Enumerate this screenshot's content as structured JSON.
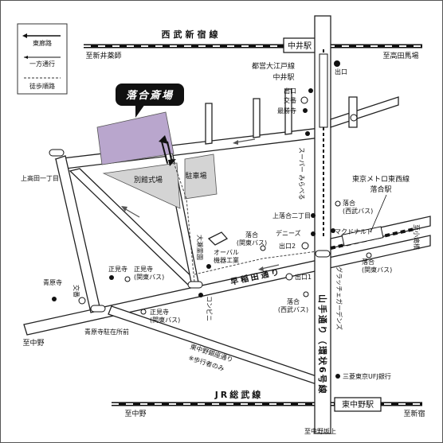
{
  "title": "落合斎場",
  "colors": {
    "hall": "#b9a6cd",
    "parking": "#d4d4d4",
    "title_bg": "#111111",
    "title_fg": "#ffffff"
  },
  "legend": {
    "east_road": "東廊路",
    "one_way": "一方通行",
    "walk_path": "徒歩順路"
  },
  "rail": {
    "seibu_line": "西武新宿線",
    "jr_line": "JR総武線",
    "nakai_station": "中井駅",
    "higashinakano_station": "東中野駅",
    "to_shin_igusa": "至新井薬師",
    "to_takadanobaba": "至高田馬場",
    "to_nakano": "至中野",
    "to_shinjuku": "至新宿",
    "oedo_line": "都営大江戸線",
    "oedo_nakai": "中井駅",
    "oedo_exit": "出口",
    "tozai_line": "東京メトロ東西線",
    "ochiai_station": "落合駅"
  },
  "roads": {
    "waseda_dori": "早稲田通り",
    "yamate_dori": "山手通り（環状6号線",
    "higashinakano_ginza": "東中野銀座通り",
    "pedestrian_only": "※歩行者のみ",
    "to_nakano_w": "至中野",
    "to_nakano_sakaue": "至中野坂上",
    "to_kotakibashi": "至小滝橋"
  },
  "places": {
    "betsukan": "別館式場",
    "parking": "駐車場",
    "kamitakada": "上高田一丁目",
    "shokenji": "正見寺",
    "shokenji_bus": "正見寺\n(関東バス)",
    "shokenji_bus2": "正見寺\n(関東バス)",
    "oosawa": "大瀬霊園",
    "aoharaji": "青原寺",
    "koban": "交番",
    "aohara_bus": "青原寺駐在所前",
    "orbal": "オーバル\n機器工業",
    "ochiai_kanto": "落合\n(関東バス)",
    "convenience": "コンビニ",
    "dennys": "デニーズ",
    "exit2": "出口2",
    "exit1": "出口1",
    "ochiai_2chome": "上落合二丁目",
    "ochiai_seibu": "落合\n(西武バス)",
    "ochiai_seibu2": "落合\n(西武バス)",
    "ochiai_kanto2": "落合\n(関東バス)",
    "mcdonalds": "マクドナルド",
    "grand_gardens": "グラッチェガーデンズ",
    "supermarket": "スーパー\nみらべる",
    "exit_top": "出口",
    "koban2": "交番",
    "saishoji": "最勝寺",
    "ufj": "三菱東京UFJ銀行"
  }
}
